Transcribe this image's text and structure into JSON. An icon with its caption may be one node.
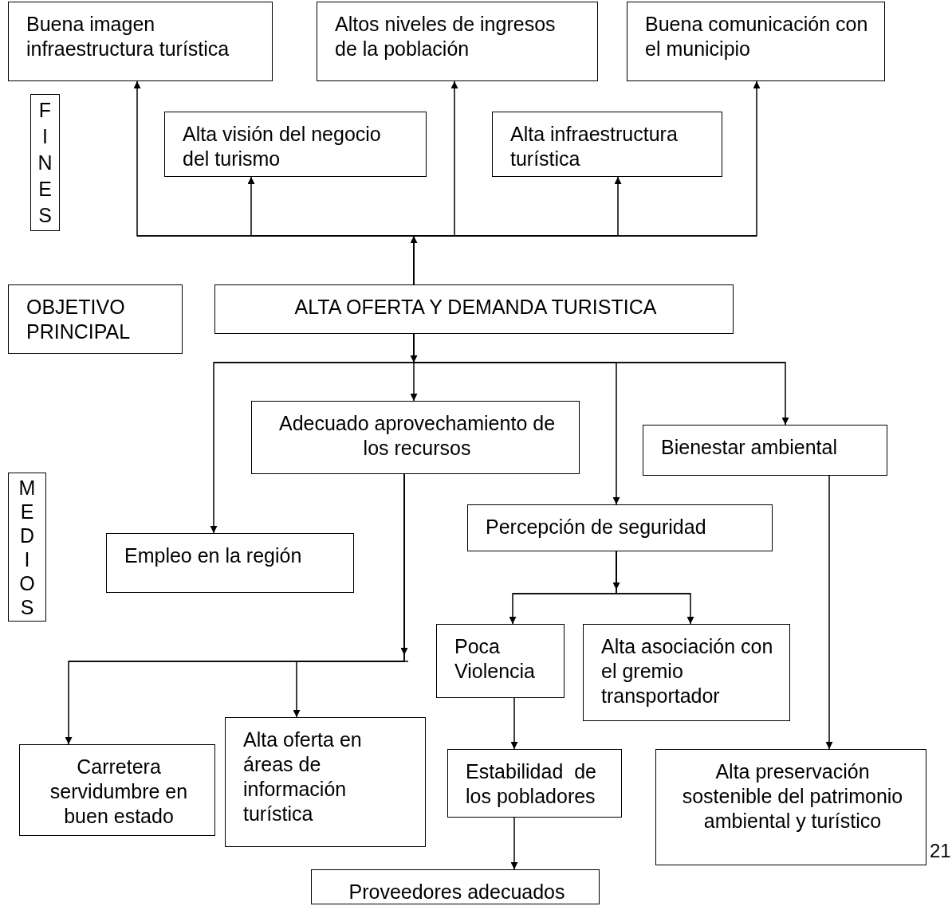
{
  "diagram": {
    "nodes": [
      {
        "text": [
          "Buena imagen infraestructura turística"
        ]
      },
      {
        "text": [
          "Altos niveles de ingresos de la población"
        ]
      },
      {
        "text": [
          "Buena comunicación con el municipio"
        ]
      },
      {
        "text": [
          "FINES"
        ]
      },
      {
        "text": [
          "Alta visión del negocio del turismo"
        ]
      },
      {
        "text": [
          "Alta infraestructura turística"
        ]
      },
      {
        "text": [
          "OBJETIVO PRINCIPAL"
        ]
      },
      {
        "text": [
          "ALTA OFERTA Y DEMANDA TURISTICA"
        ]
      },
      {
        "text": [
          "Adecuado aprovechamiento de los recursos"
        ]
      },
      {
        "text": [
          "Bienestar ambiental"
        ]
      },
      {
        "text": [
          "MEDIOS"
        ]
      },
      {
        "text": [
          "Empleo en la región"
        ]
      },
      {
        "text": [
          "Percepción de seguridad"
        ]
      },
      {
        "text": [
          "Poca Violencia"
        ]
      },
      {
        "text": [
          "Alta asociación con el gremio transportador"
        ]
      },
      {
        "text": [
          "Carretera servidumbre en buen estado"
        ]
      },
      {
        "text": [
          "Alta oferta en áreas de información turística"
        ]
      },
      {
        "text": [
          "Estabilidad  de los pobladores"
        ]
      },
      {
        "text": [
          "Alta preservación sostenible del patrimonio ambiental y turístico"
        ]
      },
      {
        "text": [
          "Proveedores adecuados"
        ]
      }
    ],
    "edges": [
      {
        "from": 7,
        "to": 0,
        "arrow": "to"
      },
      {
        "from": 7,
        "to": 4,
        "arrow": "to"
      },
      {
        "from": 7,
        "to": 1,
        "arrow": "to"
      },
      {
        "from": 7,
        "to": 5,
        "arrow": "to"
      },
      {
        "from": 7,
        "to": 2,
        "arrow": "to"
      },
      {
        "from": 7,
        "to": 11,
        "arrow": "to"
      },
      {
        "from": 7,
        "to": 8,
        "arrow": "to"
      },
      {
        "from": 7,
        "to": 12,
        "arrow": "to"
      },
      {
        "from": 7,
        "to": 9,
        "arrow": "to"
      },
      {
        "from": 8,
        "to": 15,
        "arrow": "to"
      },
      {
        "from": 8,
        "to": 16,
        "arrow": "to"
      },
      {
        "from": 12,
        "to": 13,
        "arrow": "to"
      },
      {
        "from": 12,
        "to": 14,
        "arrow": "to"
      },
      {
        "from": 13,
        "to": 17,
        "arrow": "to"
      },
      {
        "from": 17,
        "to": 19,
        "arrow": "to"
      },
      {
        "from": 9,
        "to": 18,
        "arrow": "to"
      }
    ],
    "labels": [
      "21"
    ]
  }
}
